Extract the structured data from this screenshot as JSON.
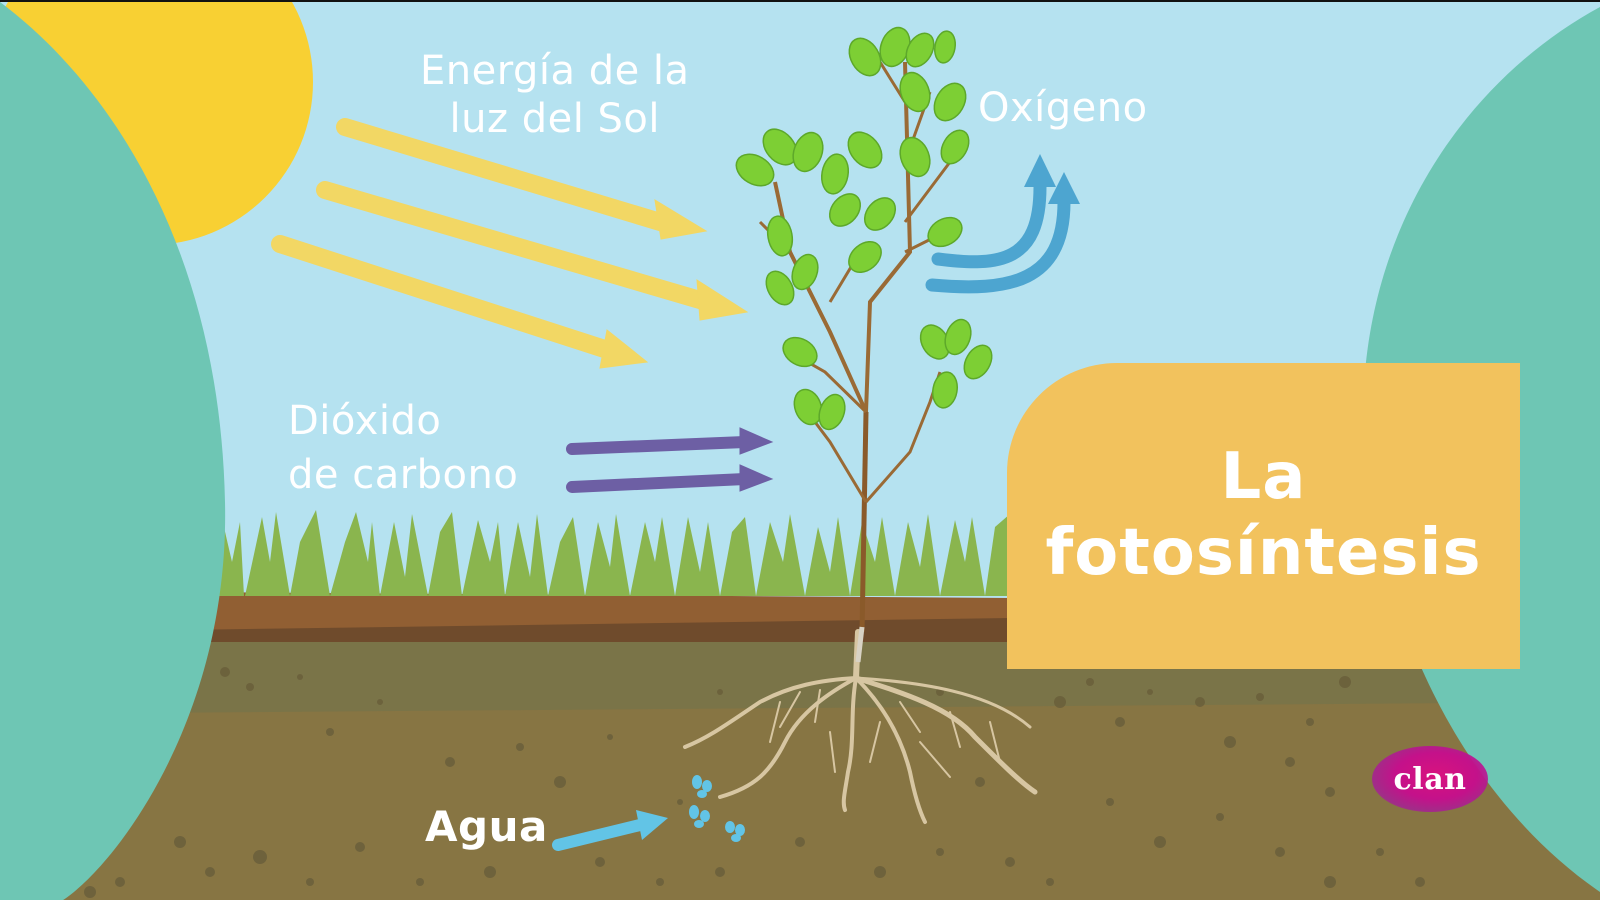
{
  "diagram": {
    "title": {
      "line1": "La",
      "line2": "fotosíntesis"
    },
    "labels": {
      "light_line1": "Energía de la",
      "light_line2": "luz del Sol",
      "oxygen": "Oxígeno",
      "co2_line1": "Dióxido",
      "co2_line2": "de carbono",
      "water": "Agua"
    },
    "inputs": [
      "Energía de la luz del Sol",
      "Dióxido de carbono",
      "Agua"
    ],
    "outputs": [
      "Oxígeno"
    ],
    "icons": {
      "sun": "sun-icon",
      "light_arrows": "yellow-arrow-icon",
      "co2_arrows": "purple-arrow-icon",
      "oxygen_arrows": "blue-curved-arrow-icon",
      "water_arrow": "light-blue-arrow-icon",
      "water_drops": "water-drop-icon"
    },
    "logo": "clan"
  },
  "colors": {
    "sky": "#b5e2f0",
    "sun": "#f8d033",
    "side_panels": "#6ec6b4",
    "light_arrows": "#f2d764",
    "co2_arrows": "#6d5fa4",
    "oxygen_arrows": "#4da5d0",
    "water_arrow": "#62c4e6",
    "grass": "#8ab54e",
    "topsoil": "#915f33",
    "soil_dark_band": "#6f4b2c",
    "soil_upper": "#7a7448",
    "soil_lower": "#877543",
    "roots": "#d7c6a2",
    "title_card": "#f2c25d",
    "logo_magenta": "#d8127e",
    "text": "#ffffff"
  }
}
